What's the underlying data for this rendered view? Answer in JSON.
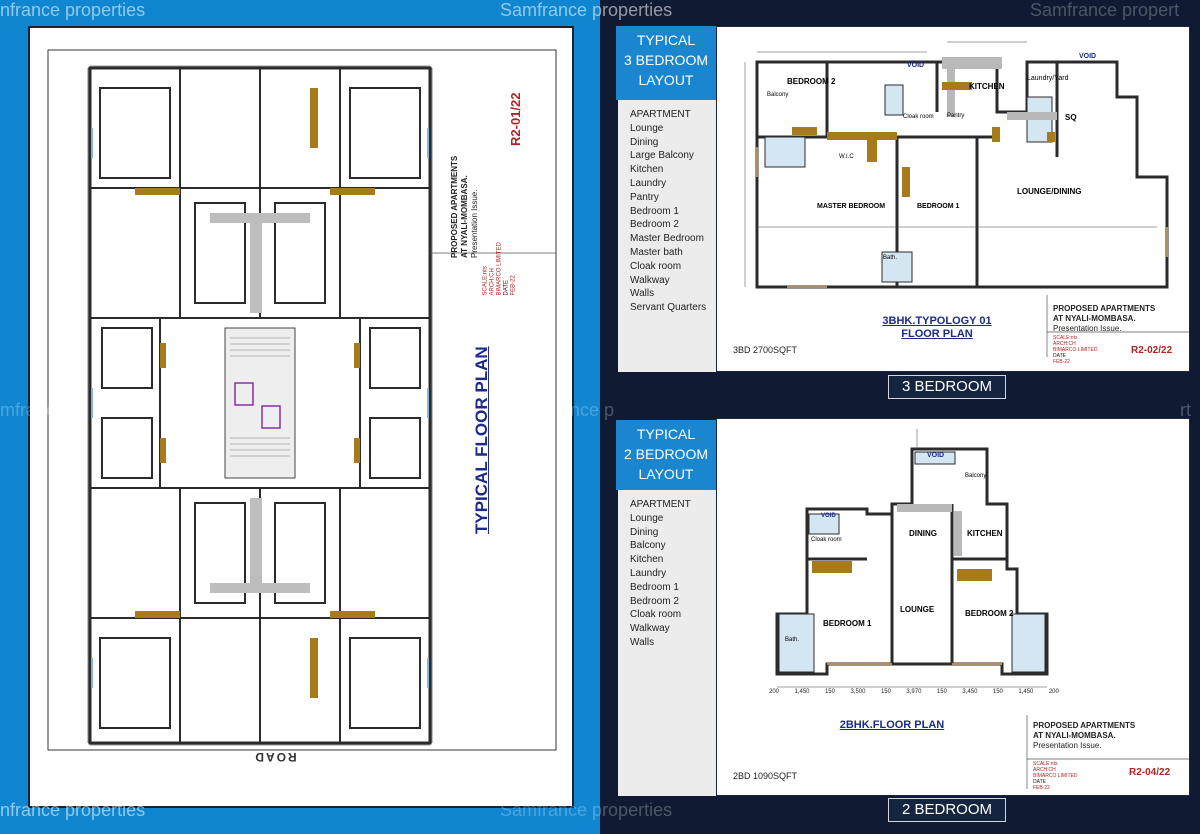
{
  "watermarks": {
    "top_left": "nfrance properties",
    "top_center": "Samfrance properties",
    "top_right": "Samfrance propert",
    "mid_left": "mfrance p",
    "mid_center": "ance p",
    "mid_right": "rt",
    "bottom_left": "nfrance properties",
    "bottom_center": "Samfrance properties"
  },
  "typical": {
    "title": "TYPICAL FLOOR PLAN",
    "road": "ROAD",
    "sheet_no": "R2-01/22",
    "project_line1": "PROPOSED APARTMENTS",
    "project_line2": "AT NYALI-MOMBASA.",
    "issue": "Presentation Issue.",
    "scale": "SCALE:nts",
    "arch": "ARCH:CH",
    "firm": "BIMARCO LIMITED",
    "date_label": "DATE",
    "date": "FEB-22"
  },
  "three_bed": {
    "layout_title": [
      "TYPICAL",
      "3 BEDROOM",
      "LAYOUT"
    ],
    "features": [
      "APARTMENT",
      "Lounge",
      "Dining",
      "Large Balcony",
      "Kitchen",
      "Laundry",
      "Pantry",
      "Bedroom 1",
      "Bedroom 2",
      "Master Bedroom",
      "Master bath",
      "Cloak room",
      "Walkway",
      "Walls",
      "Servant Quarters"
    ],
    "plan_title_1": "3BHK.TYPOLOGY 01",
    "plan_title_2": "FLOOR PLAN",
    "size": "3BD 2700SQFT",
    "project_line1": "PROPOSED APARTMENTS",
    "project_line2": "AT NYALI-MOMBASA.",
    "issue": "Presentation Issue.",
    "scale": "SCALE:nts",
    "arch": "ARCH:CH",
    "firm": "BIMARCO LIMITED",
    "date_label": "DATE",
    "date": "FEB-22",
    "sheet_no": "R2-02/22",
    "tab": "3 BEDROOM",
    "rooms": {
      "bedroom2": "BEDROOM 2",
      "kitchen": "KITCHEN",
      "laundry": "Laundry/Yard",
      "void1": "VOID",
      "void2": "VOID",
      "sq": "SQ",
      "master": "MASTER BEDROOM",
      "bedroom1": "BEDROOM 1",
      "lounge": "LOUNGE/DINING",
      "wic": "W.I.C",
      "cloak": "Cloak room",
      "pantry": "Pantry",
      "balcony": "Balcony",
      "bath": "Bath."
    }
  },
  "two_bed": {
    "layout_title": [
      "TYPICAL",
      "2 BEDROOM",
      "LAYOUT"
    ],
    "features": [
      "APARTMENT",
      "Lounge",
      "Dining",
      "Balcony",
      "Kitchen",
      "Laundry",
      "Bedroom 1",
      "Bedroom 2",
      "Cloak room",
      "Walkway",
      "Walls"
    ],
    "plan_title": "2BHK.FLOOR PLAN",
    "size": "2BD 1090SQFT",
    "project_line1": "PROPOSED APARTMENTS",
    "project_line2": "AT NYALI-MOMBASA.",
    "issue": "Presentation Issue.",
    "scale": "SCALE:nts",
    "arch": "ARCH:CH",
    "firm": "BIMARCO LIMITED",
    "date_label": "DATE",
    "date": "FEB-22",
    "sheet_no": "R2-04/22",
    "tab": "2 BEDROOM",
    "dims": [
      "200",
      "1,450",
      "150",
      "3,500",
      "150",
      "3,970",
      "150",
      "3,450",
      "150",
      "1,450",
      "200"
    ],
    "rooms": {
      "void1": "VOID",
      "void2": "VOID",
      "balcony": "Balcony",
      "dining": "DINING",
      "kitchen": "KITCHEN",
      "cloak": "Cloak room",
      "bedroom1": "BEDROOM 1",
      "lounge": "LOUNGE",
      "bedroom2": "BEDROOM 2",
      "bath": "Bath."
    }
  },
  "colors": {
    "accent_blue": "#1a86cf",
    "navy": "#15243f",
    "wall": "#2b2b2b",
    "wood": "#a77a1c",
    "title_blue": "#1b2a8b",
    "sheet_red": "#b02424"
  }
}
